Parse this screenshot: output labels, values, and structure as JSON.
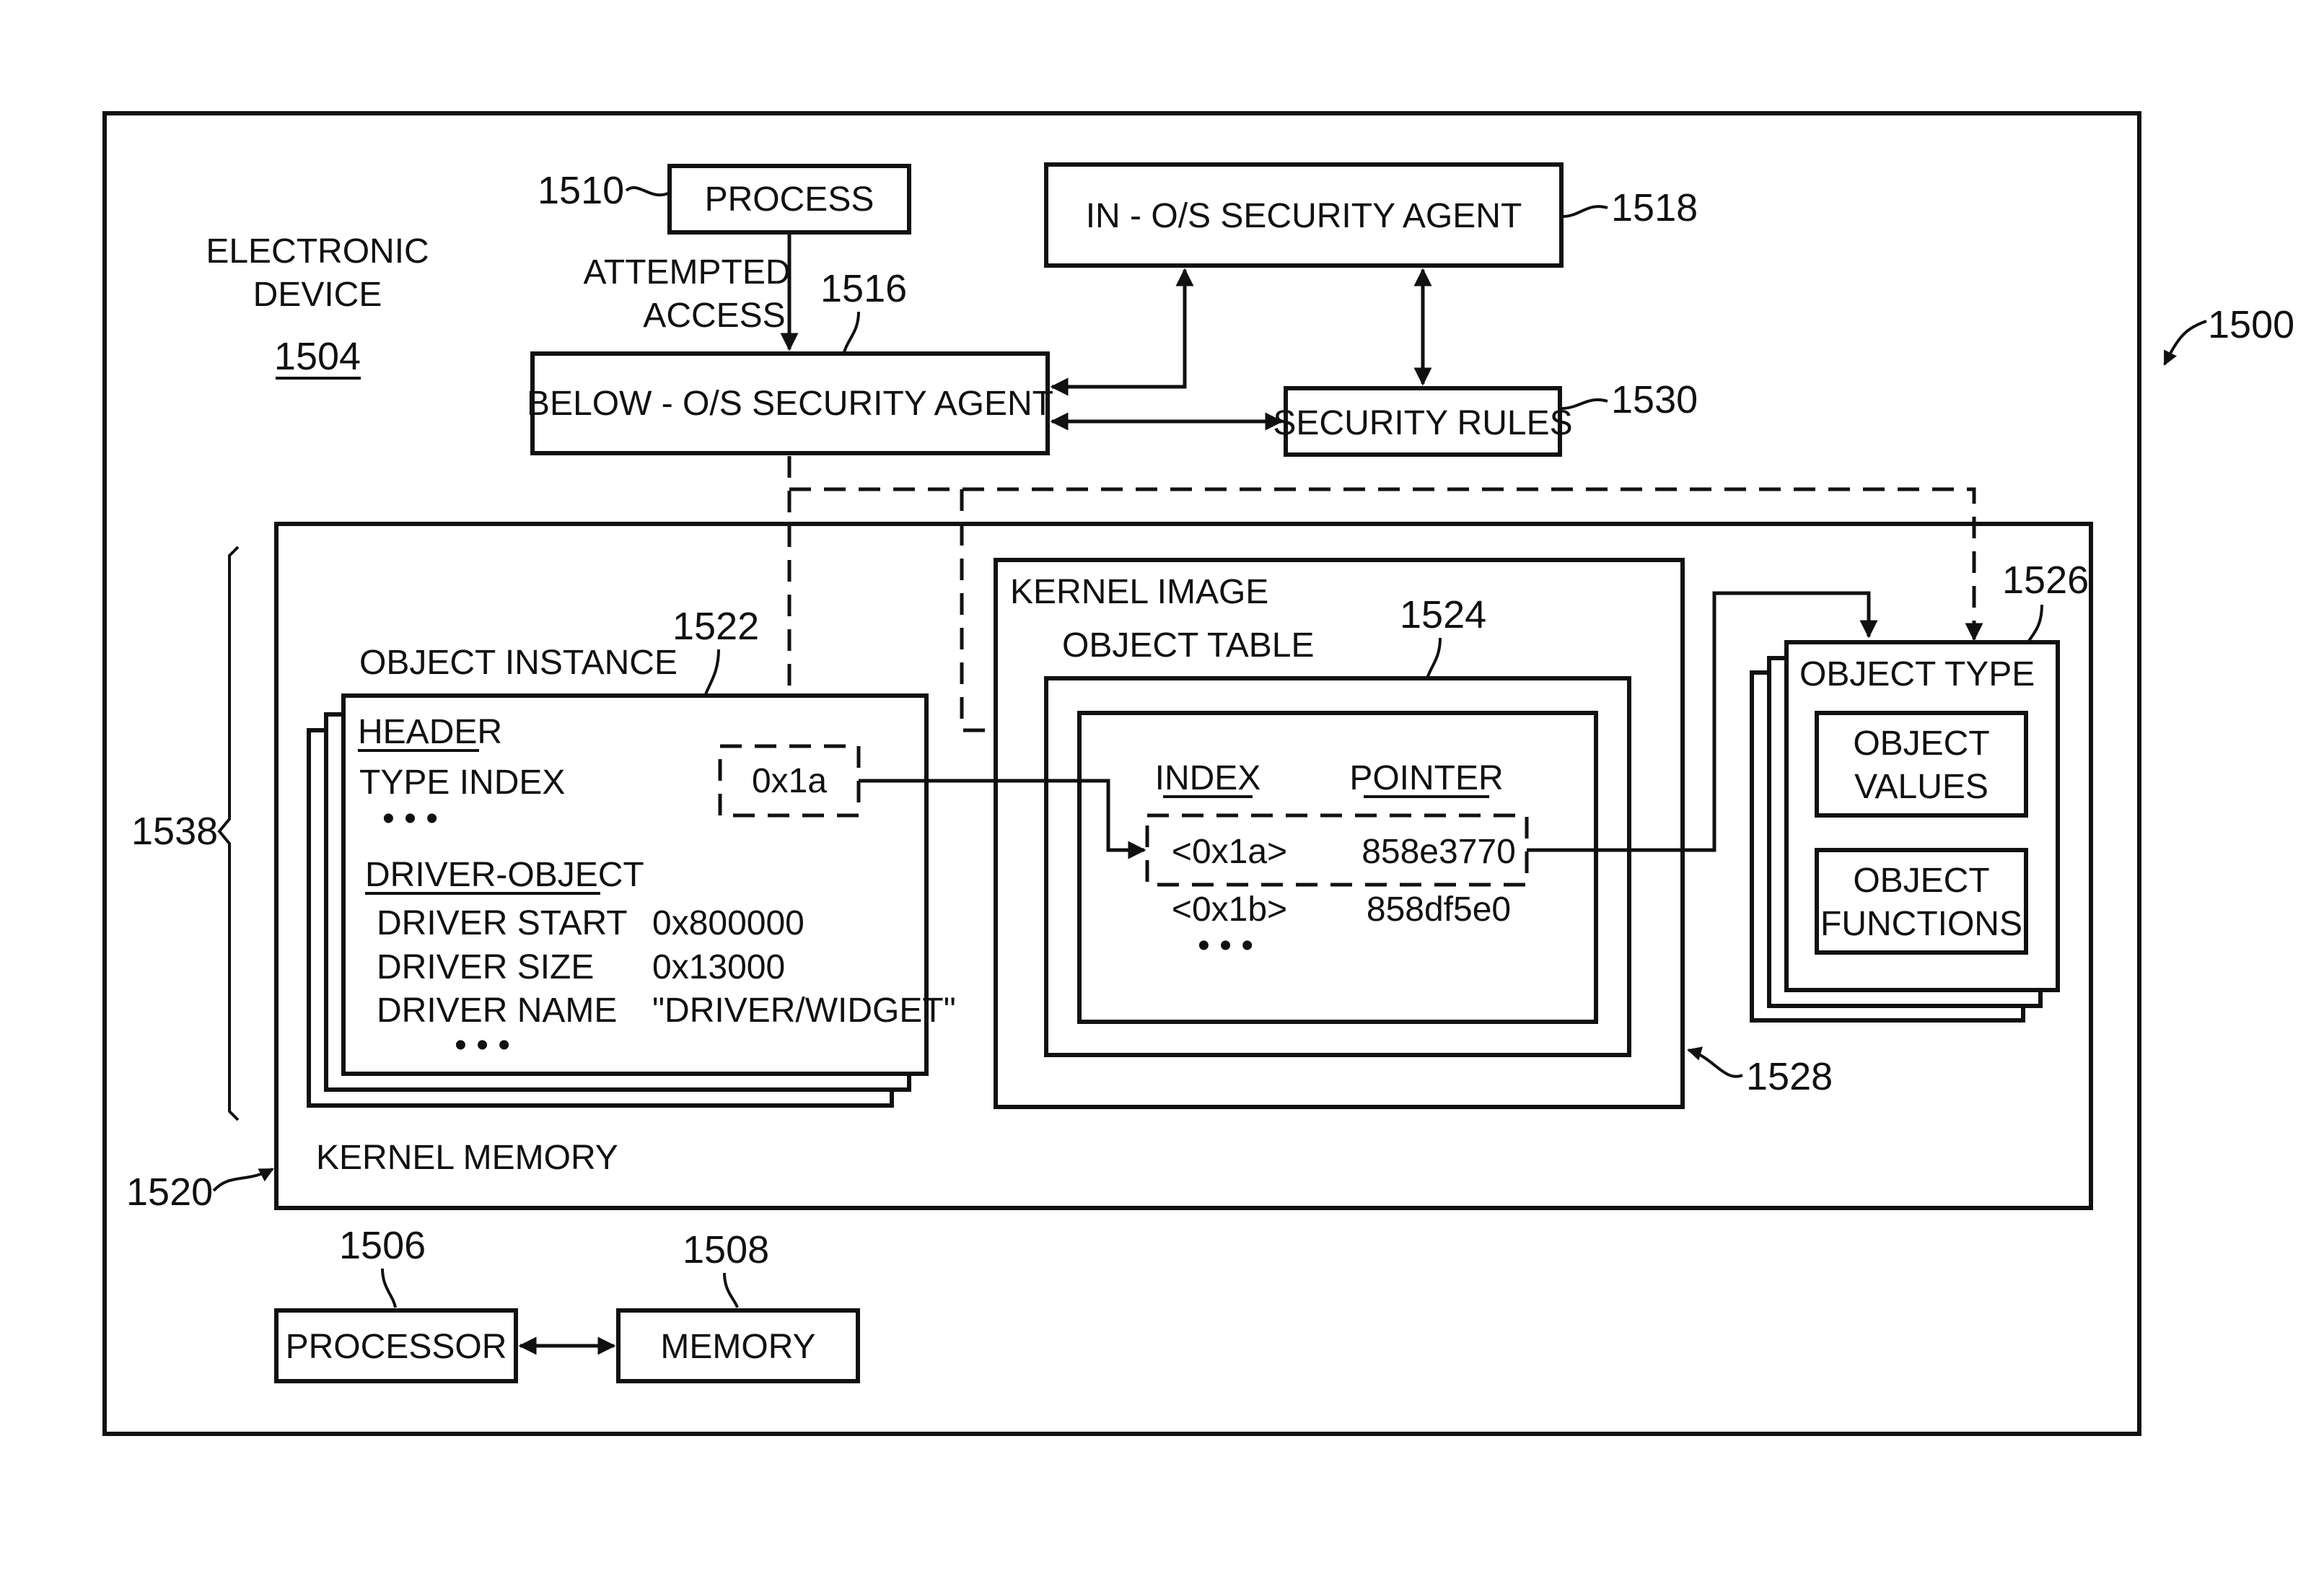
{
  "figure_ref": "1500",
  "electronic_device": {
    "label_line1": "ELECTRONIC",
    "label_line2": "DEVICE",
    "ref": "1504"
  },
  "process": {
    "label": "PROCESS",
    "ref": "1510"
  },
  "attempted_access": {
    "line1": "ATTEMPTED",
    "line2": "ACCESS"
  },
  "below_os_agent": {
    "label": "BELOW - O/S SECURITY AGENT",
    "ref": "1516"
  },
  "in_os_agent": {
    "label": "IN - O/S SECURITY AGENT",
    "ref": "1518"
  },
  "security_rules": {
    "label": "SECURITY RULES",
    "ref": "1530"
  },
  "kernel_memory": {
    "label": "KERNEL MEMORY",
    "ref": "1520",
    "brace_ref": "1538"
  },
  "object_instance": {
    "title": "OBJECT INSTANCE",
    "ref": "1522",
    "header_label": "HEADER",
    "type_index_label": "TYPE INDEX",
    "type_index_value": "0x1a",
    "ellipsis": "• • •",
    "driver_object_label": "DRIVER-OBJECT",
    "fields": [
      {
        "name": "DRIVER START",
        "value": "0x800000"
      },
      {
        "name": "DRIVER SIZE",
        "value": "0x13000"
      },
      {
        "name": "DRIVER NAME",
        "value": "\"DRIVER/WIDGET\""
      }
    ]
  },
  "kernel_image": {
    "label": "KERNEL IMAGE",
    "ref": "1528",
    "object_table": {
      "label": "OBJECT TABLE",
      "ref": "1524",
      "col_index": "INDEX",
      "col_pointer": "POINTER",
      "rows": [
        {
          "index": "<0x1a>",
          "pointer": "858e3770"
        },
        {
          "index": "<0x1b>",
          "pointer": "858df5e0"
        }
      ],
      "ellipsis": "• • •"
    }
  },
  "object_type": {
    "label": "OBJECT TYPE",
    "ref": "1526",
    "values_line1": "OBJECT",
    "values_line2": "VALUES",
    "functions_line1": "OBJECT",
    "functions_line2": "FUNCTIONS"
  },
  "processor": {
    "label": "PROCESSOR",
    "ref": "1506"
  },
  "memory": {
    "label": "MEMORY",
    "ref": "1508"
  }
}
